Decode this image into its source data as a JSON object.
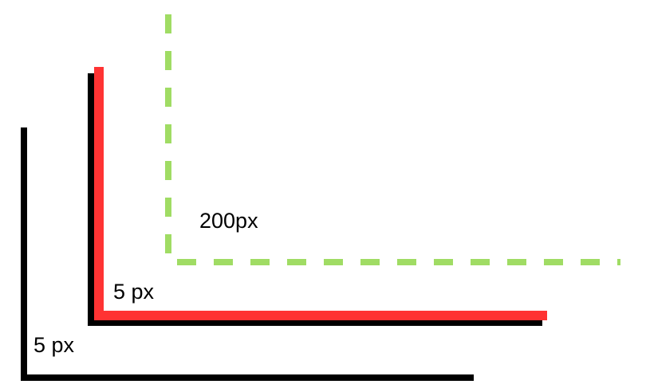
{
  "corners": [
    {
      "id": "black-outer",
      "label": "5 px",
      "color": "#000000",
      "style": "solid"
    },
    {
      "id": "black-inner",
      "label": "",
      "color": "#000000",
      "style": "solid"
    },
    {
      "id": "red",
      "label": "5 px",
      "color": "#ff3333",
      "style": "solid"
    },
    {
      "id": "green",
      "label": "200px",
      "color": "#a0dc64",
      "style": "dashed"
    }
  ]
}
